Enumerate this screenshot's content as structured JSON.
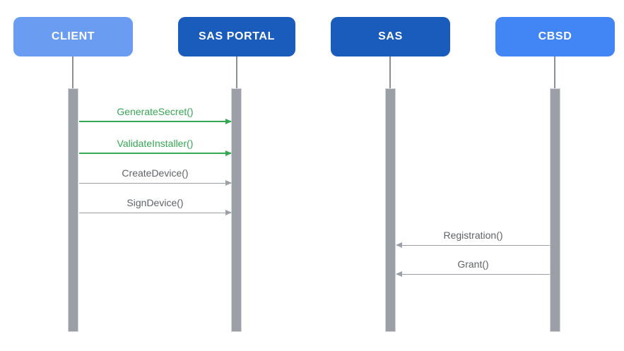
{
  "actors": [
    {
      "id": "client",
      "label": "CLIENT",
      "color": "#6A9DF1"
    },
    {
      "id": "sas-portal",
      "label": "SAS PORTAL",
      "color": "#1A5CBC"
    },
    {
      "id": "sas",
      "label": "SAS",
      "color": "#1A5CBC"
    },
    {
      "id": "cbsd",
      "label": "CBSD",
      "color": "#4285F4"
    }
  ],
  "messages": [
    {
      "label": "GenerateSecret()",
      "from": "CLIENT",
      "to": "SAS PORTAL",
      "direction": "right",
      "color": "#34A853"
    },
    {
      "label": "ValidateInstaller()",
      "from": "CLIENT",
      "to": "SAS PORTAL",
      "direction": "right",
      "color": "#34A853"
    },
    {
      "label": "CreateDevice()",
      "from": "CLIENT",
      "to": "SAS PORTAL",
      "direction": "right",
      "color": "#9AA0A6"
    },
    {
      "label": "SignDevice()",
      "from": "CLIENT",
      "to": "SAS PORTAL",
      "direction": "right",
      "color": "#9AA0A6"
    },
    {
      "label": "Registration()",
      "from": "CBSD",
      "to": "SAS",
      "direction": "left",
      "color": "#9AA0A6"
    },
    {
      "label": "Grant()",
      "from": "CBSD",
      "to": "SAS",
      "direction": "left",
      "color": "#9AA0A6"
    }
  ],
  "colors": {
    "green_accent": "#34A853",
    "gray_line": "#9AA0A6",
    "gray_text": "#5F6368",
    "activation_bar": "#9AA0A6",
    "lifeline": "#8A9096",
    "header_text": "#FFFFFF",
    "background": "#FFFFFF"
  }
}
